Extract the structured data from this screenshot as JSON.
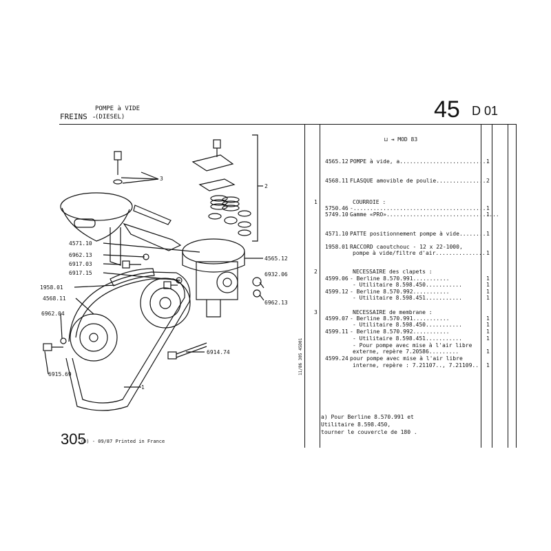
{
  "header": {
    "section": "FREINS -",
    "subtitle1": "POMPE à VIDE",
    "subtitle2": "(DIESEL)",
    "page_group": "45",
    "page_code": "D 01"
  },
  "diagram": {
    "callouts": [
      "3",
      "2",
      "4571.10",
      "6962.13",
      "6917.03",
      "6917.15",
      "1958.01",
      "4568.11",
      "6962.04",
      "6915.69",
      "4565.12",
      "6932.06",
      "6962.13",
      "6914.74",
      "1"
    ]
  },
  "parts": {
    "model_ref": "MOD 83",
    "rows": [
      {
        "grp": "",
        "code": "4565.12",
        "desc": "POMPE à vide,   a...........................",
        "qty": "1"
      },
      {
        "grp": "",
        "code": "4568.11",
        "desc": "FLASQUE amovible de poulie...............",
        "qty": "2"
      },
      {
        "grp": "1",
        "code": "",
        "desc": "COURROIE :",
        "qty": ""
      },
      {
        "grp": "",
        "code": "5750.46",
        "desc": "-........................................",
        "qty": "1"
      },
      {
        "grp": "",
        "code": "5749.10",
        "desc": "Gamme «PRO»..................................",
        "qty": "1"
      },
      {
        "grp": "",
        "code": "4571.10",
        "desc": "PATTE positionnement pompe à vide........",
        "qty": "1"
      },
      {
        "grp": "",
        "code": "1958.01",
        "desc": "RACCORD caoutchouc - 12 x 22-1000,",
        "qty": ""
      },
      {
        "grp": "",
        "code": "",
        "desc": "pompe à vide/filtre d'air...............",
        "qty": "1"
      },
      {
        "grp": "2",
        "code": "",
        "desc": "NECESSAIRE     des clapets :",
        "qty": ""
      },
      {
        "grp": "",
        "code": "4599.06",
        "desc": "- Berline     8.570.991...........",
        "qty": "1"
      },
      {
        "grp": "",
        "code": "",
        "desc": "- Utilitaire   8.598.450...........",
        "qty": "1"
      },
      {
        "grp": "",
        "code": "4599.12",
        "desc": "- Berline     8.570.992...........",
        "qty": "1"
      },
      {
        "grp": "",
        "code": "",
        "desc": "- Utilitaire   8.598.451...........",
        "qty": "1"
      },
      {
        "grp": "3",
        "code": "",
        "desc": "NECESSAIRE     de membrane :",
        "qty": ""
      },
      {
        "grp": "",
        "code": "4599.07",
        "desc": "- Berline     8.570.991...........",
        "qty": "1"
      },
      {
        "grp": "",
        "code": "",
        "desc": "- Utilitaire   8.598.450...........",
        "qty": "1"
      },
      {
        "grp": "",
        "code": "4599.11",
        "desc": "- Berline     8.570.992...........",
        "qty": "1"
      },
      {
        "grp": "",
        "code": "",
        "desc": "- Utilitaire   8.598.451...........",
        "qty": "1"
      },
      {
        "grp": "",
        "code": "",
        "desc": "- Pour pompe avec mise à l'air libre",
        "qty": ""
      },
      {
        "grp": "",
        "code": "",
        "desc": "externe, repère 7.20586.........",
        "qty": "1"
      },
      {
        "grp": "",
        "code": "4599.24",
        "desc": "pour pompe avec mise à l'air libre",
        "qty": ""
      },
      {
        "grp": "",
        "code": "",
        "desc": "interne, repère : 7.21107.., 7.21109..",
        "qty": "1"
      }
    ],
    "note_line1": "a) Pour Berline      8.570.991 et",
    "note_line2": "   Utilitaire      8.598.450,",
    "note_line3": "   tourner le couvercle de 180 ."
  },
  "footer": {
    "page_number": "305",
    "imprint": "(D) - 09/87 Printed in France",
    "side_code": "11/86 305 45D01"
  }
}
